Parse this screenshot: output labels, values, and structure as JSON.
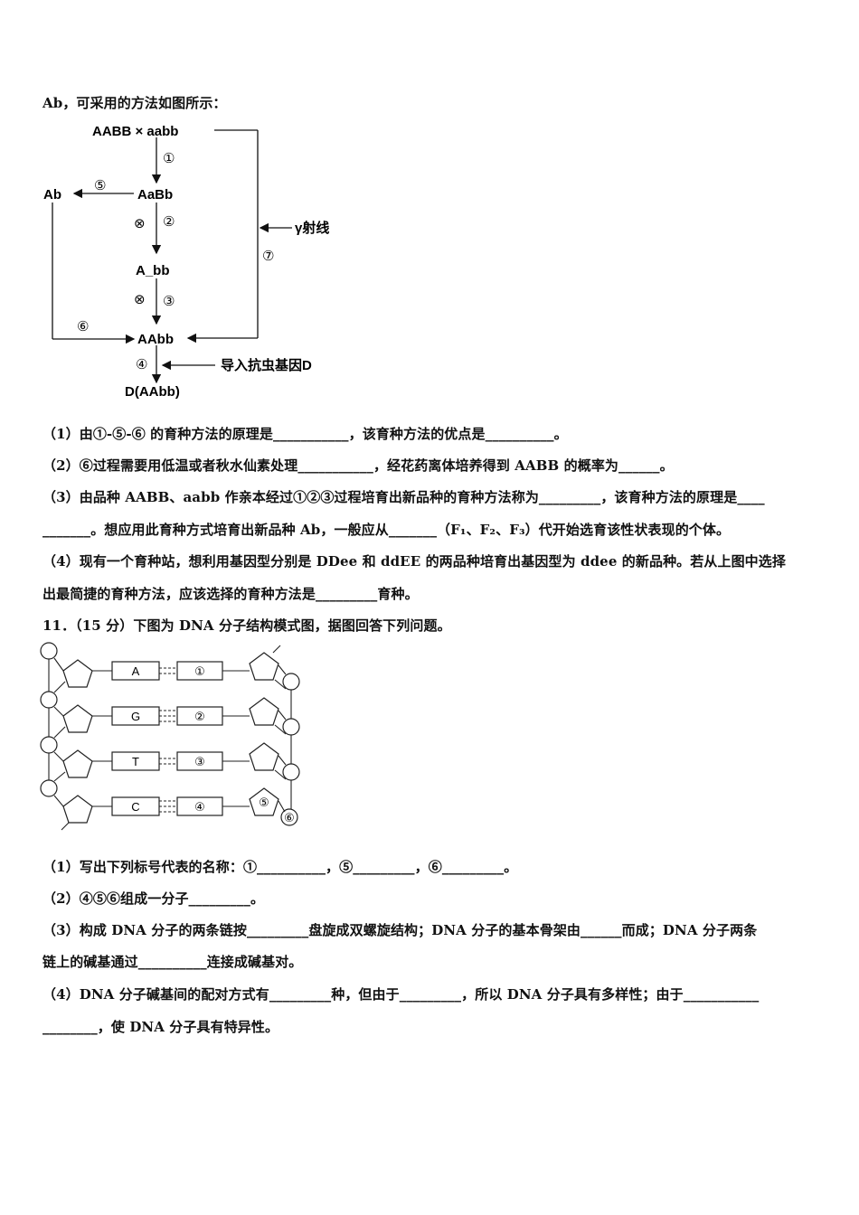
{
  "intro": "Ab，可采用的方法如图所示：",
  "breeding_diagram": {
    "parents": "AABB × aabb",
    "f1": "AaBb",
    "f2": "A_bb",
    "target": "AAbb",
    "ab": "Ab",
    "product": "D(AAbb)",
    "gamma_label": "γ射线",
    "gene_label": "导入抗虫基因D",
    "cross_symbol": "⊗",
    "steps": [
      "①",
      "②",
      "③",
      "④",
      "⑤",
      "⑥",
      "⑦"
    ]
  },
  "q10": {
    "p1": "（1）由①-⑤-⑥ 的育种方法的原理是___________，该育种方法的优点是__________。",
    "p2": "（2）⑥过程需要用低温或者秋水仙素处理___________，经花药离体培养得到 AABB 的概率为______。",
    "p3a": "（3）由品种 AABB、aabb 作亲本经过①②③过程培育出新品种的育种方法称为_________，该育种方法的原理是____",
    "p3b": "_______。想应用此育种方式培育出新品种 Ab，一般应从_______（F₁、F₂、F₃）代开始选育该性状表现的个体。",
    "p4a": "（4）现有一个育种站，想利用基因型分别是 DDee 和 ddEE 的两品种培育出基因型为 ddee 的新品种。若从上图中选择",
    "p4b": "出最简捷的育种方法，应该选择的育种方法是_________育种。"
  },
  "q11": {
    "header": "11．（15 分）下图为 DNA 分子结构模式图，据图回答下列问题。",
    "left_bases": [
      "A",
      "G",
      "T",
      "C"
    ],
    "right_labels": [
      "①",
      "②",
      "③",
      "④"
    ],
    "sugar_label": "⑤",
    "phosphate_label": "⑥",
    "p1": "（1）写出下列标号代表的名称：①__________，⑤_________，⑥_________。",
    "p2": "（2）④⑤⑥组成一分子_________。",
    "p3a": "（3）构成 DNA 分子的两条链按_________盘旋成双螺旋结构；DNA 分子的基本骨架由______而成；DNA 分子两条",
    "p3b": "链上的碱基通过__________连接成碱基对。",
    "p4a": "（4）DNA 分子碱基间的配对方式有_________种，但由于_________，所以 DNA 分子具有多样性；由于___________",
    "p4b": "________，使 DNA 分子具有特异性。"
  }
}
